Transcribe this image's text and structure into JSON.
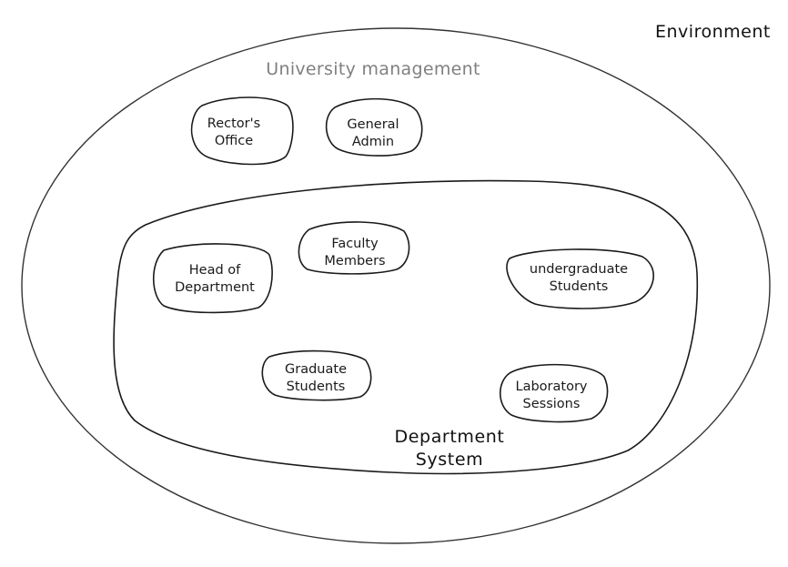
{
  "environment_label": "Environment",
  "university_label": "University management",
  "department": {
    "line1": "Department",
    "line2": "System"
  },
  "units": {
    "rectors_office": {
      "line1": "Rector's",
      "line2": "Office"
    },
    "general_admin": {
      "line1": "General",
      "line2": "Admin"
    },
    "faculty_members": {
      "line1": "Faculty",
      "line2": "Members"
    },
    "head_of_department": {
      "line1": "Head of",
      "line2": "Department"
    },
    "undergraduate_students": {
      "line1": "undergraduate",
      "line2": "Students"
    },
    "graduate_students": {
      "line1": "Graduate",
      "line2": "Students"
    },
    "laboratory_sessions": {
      "line1": "Laboratory",
      "line2": "Sessions"
    }
  },
  "colors": {
    "outline": "#1a1a1a",
    "university_label": "#808080"
  }
}
